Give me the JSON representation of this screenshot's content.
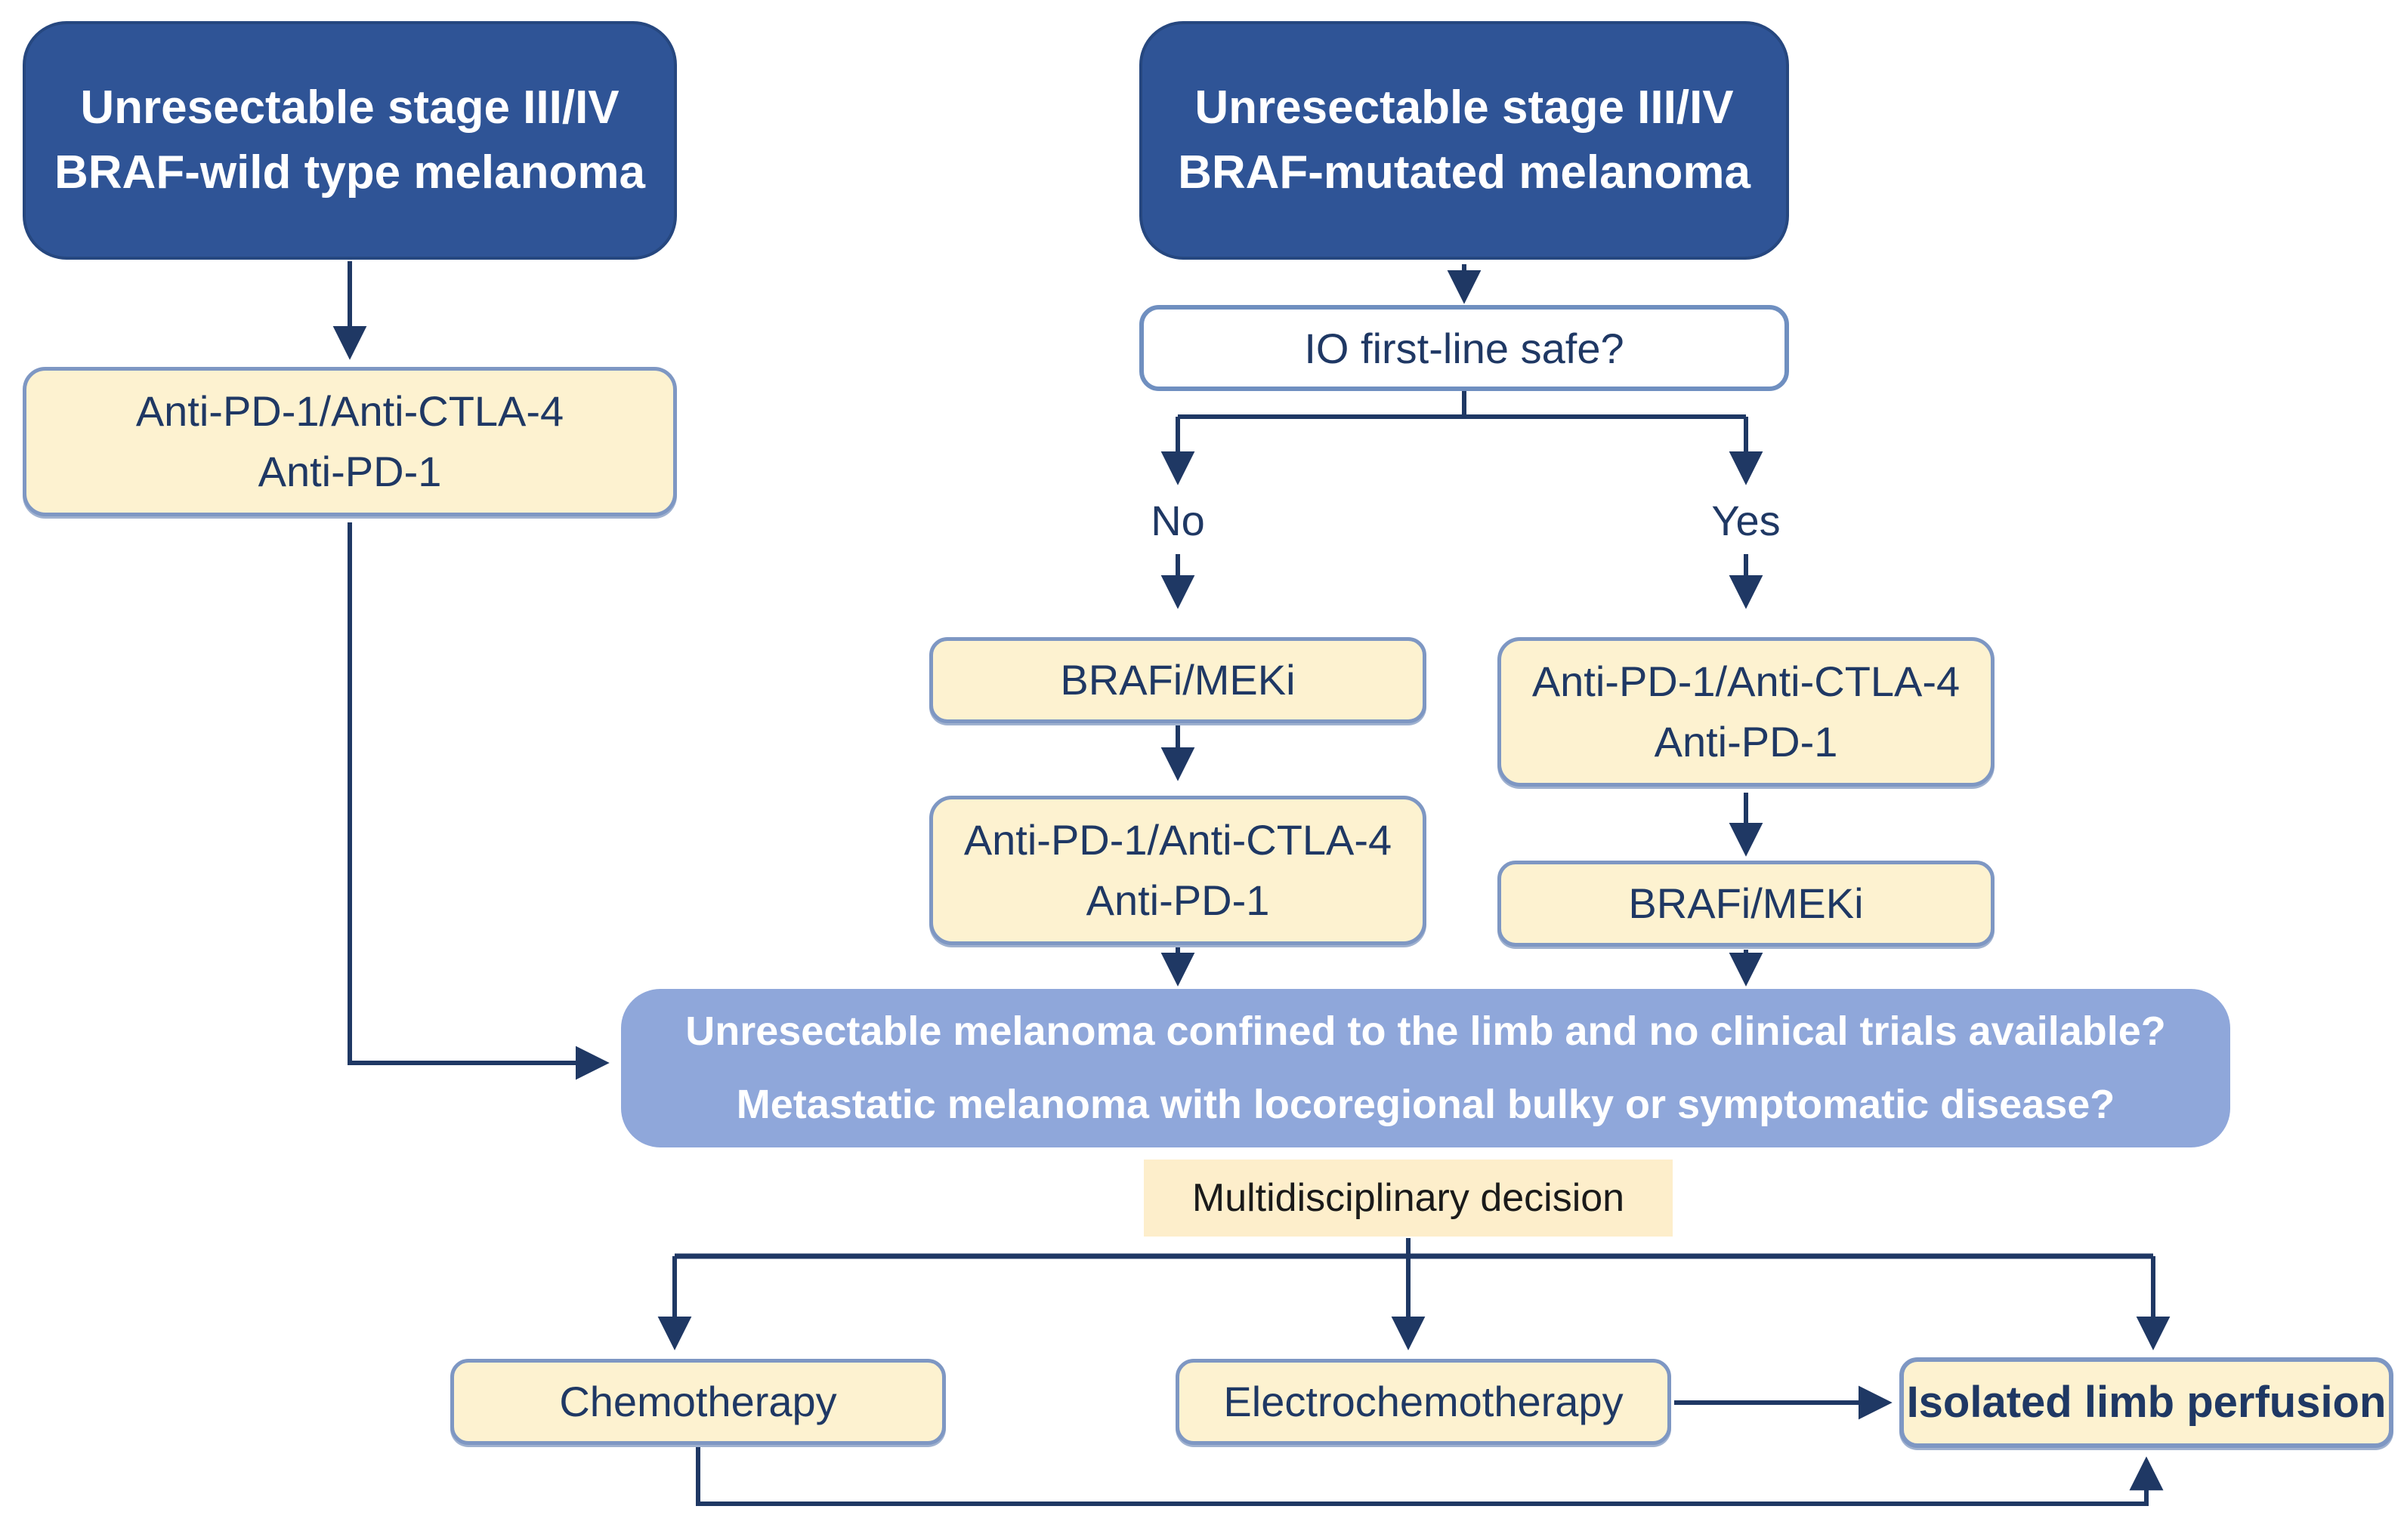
{
  "diagram": {
    "type": "flowchart",
    "subject": "Unresectable melanoma treatment decision pathway"
  },
  "colors": {
    "dark_blue_fill": "#2f5496",
    "navy_text_and_lines": "#1f3864",
    "cream_fill": "#fdf2d0",
    "cream_border": "#7e97c3",
    "light_blue_fill": "#8fa7da",
    "highlight_fill": "#fdeecb",
    "io_border": "#6f8fc0",
    "background": "#ffffff"
  },
  "nodes": {
    "wildtype": {
      "line1": "Unresectable stage III/IV",
      "line2": "BRAF-wild type melanoma"
    },
    "wildtype_therapy": {
      "line1": "Anti-PD-1/Anti-CTLA-4",
      "line2": "Anti-PD-1"
    },
    "mutated": {
      "line1": "Unresectable stage III/IV",
      "line2": "BRAF-mutated melanoma"
    },
    "io_question": {
      "label": "IO first-line safe?"
    },
    "branch_no": {
      "label": "No"
    },
    "branch_yes": {
      "label": "Yes"
    },
    "no_first": {
      "label": "BRAFi/MEKi"
    },
    "no_second": {
      "line1": "Anti-PD-1/Anti-CTLA-4",
      "line2": "Anti-PD-1"
    },
    "yes_first": {
      "line1": "Anti-PD-1/Anti-CTLA-4",
      "line2": "Anti-PD-1"
    },
    "yes_second": {
      "label": "BRAFi/MEKi"
    },
    "limb_question": {
      "line1": "Unresectable melanoma confined to the limb and no clinical trials available?",
      "line2": "Metastatic melanoma with locoregional bulky or symptomatic disease?"
    },
    "decision": {
      "label": "Multidisciplinary decision"
    },
    "chemotherapy": {
      "label": "Chemotherapy"
    },
    "electrochemotherapy": {
      "label": "Electrochemotherapy"
    },
    "isolated_limb_perfusion": {
      "label": "Isolated limb perfusion"
    }
  }
}
